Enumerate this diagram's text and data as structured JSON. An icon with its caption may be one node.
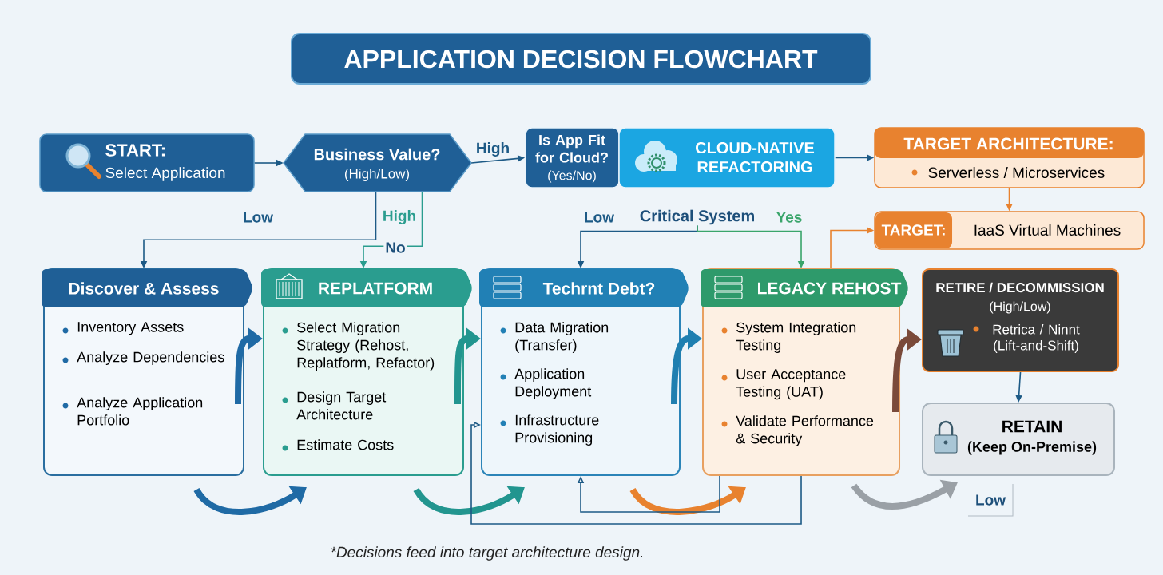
{
  "diagram": {
    "title": "APPLICATION DECISION FLOWCHART",
    "caption": "*Decisions feed into target architecture design.",
    "nodes": [
      {
        "text": [
          "START:",
          "Select Application"
        ]
      },
      {
        "text": [
          "Business Value?",
          "(High/Low)"
        ]
      },
      {
        "text": [
          "Is App Fit for Cloud?",
          "(Yes/No)"
        ]
      },
      {
        "text": [
          "CLOUD-NATIVE REFACTORING"
        ]
      },
      {
        "text": [
          "TARGET ARCHITECTURE:",
          "Serverless / Microservices"
        ]
      },
      {
        "text": [
          "Critical System"
        ]
      },
      {
        "text": [
          "TARGET:",
          "IaaS Virtual Machines"
        ]
      },
      {
        "text": [
          "Discover & Assess",
          "Inventory Assets",
          "Analyze Dependencies",
          "Analyze Application Portfolio"
        ]
      },
      {
        "text": [
          "REPLATFORM",
          "Select Migration Strategy (Rehost, Replatform, Refactor)",
          "Design Target Architecture",
          "Estimate Costs"
        ]
      },
      {
        "text": [
          "Techrnt Debt?",
          "Data Migration (Transfer)",
          "Application Deployment",
          "Infrastructure Provisioning"
        ]
      },
      {
        "text": [
          "LEGACY REHOST",
          "System Integration Testing",
          "User Acceptance Testing (UAT)",
          "Validate Performance & Security"
        ]
      },
      {
        "text": [
          "RETIRE / DECOMMISSION",
          "(High/Low)",
          "Retrica / Ninnt (Lift-and-Shift)"
        ]
      },
      {
        "text": [
          "RETAIN",
          "(Keep On-Premise)"
        ]
      }
    ],
    "edges": [
      {
        "from": 0,
        "to": 1,
        "arrow": "to"
      },
      {
        "from": 1,
        "to": 2,
        "arrow": "to",
        "label": "High"
      },
      {
        "from": 3,
        "to": 4,
        "arrow": "to"
      },
      {
        "from": 4,
        "to": 6,
        "arrow": "to",
        "color": "#e8822f"
      },
      {
        "from": 1,
        "to": 7,
        "arrow": "to",
        "label": "Low"
      },
      {
        "from": 1,
        "to": 8,
        "arrow": "to",
        "label": "High",
        "color": "#2a9d8f"
      },
      {
        "from": 5,
        "to": 9,
        "arrow": "to",
        "label": "Low"
      },
      {
        "from": 5,
        "to": 10,
        "arrow": "to",
        "label": "Yes",
        "color": "#3aa56b"
      },
      {
        "from": 10,
        "to": 6,
        "arrow": "to",
        "color": "#e8822f"
      },
      {
        "from": 11,
        "to": 12,
        "arrow": "to"
      },
      {
        "from": 7,
        "to": 8,
        "arrow": "to",
        "style": "thick",
        "color": "#1f6aa5"
      },
      {
        "from": 7,
        "to": 8,
        "arrow": "to",
        "style": "thick",
        "color": "#1f6aa5"
      },
      {
        "from": 8,
        "to": 9,
        "arrow": "to",
        "style": "thick",
        "color": "#22958f"
      },
      {
        "from": 8,
        "to": 9,
        "arrow": "to",
        "style": "thick",
        "color": "#22958f"
      },
      {
        "from": 9,
        "to": 10,
        "arrow": "to",
        "style": "thick",
        "color": "#1f7fb0"
      },
      {
        "from": 9,
        "to": 10,
        "arrow": "to",
        "style": "thick",
        "color": "#e8822f"
      },
      {
        "from": 10,
        "to": 11,
        "arrow": "to",
        "style": "thick",
        "color": "#7a4a3a"
      },
      {
        "from": 10,
        "to": 12,
        "arrow": "to",
        "style": "thick",
        "color": "#9aa0a6"
      },
      {
        "from": 10,
        "to": 9,
        "arrow": "to"
      },
      {
        "from": 10,
        "to": 9,
        "arrow": "to"
      }
    ],
    "labels": [
      "No",
      "Low"
    ]
  }
}
